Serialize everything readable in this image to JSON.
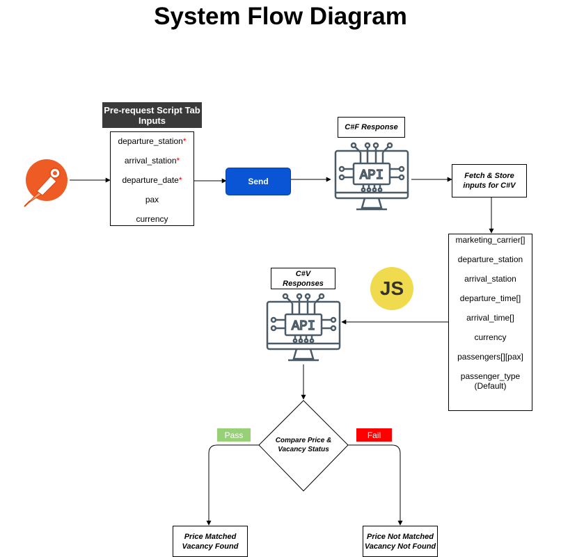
{
  "title": "System Flow Diagram",
  "postman_icon": "postman-logo-icon",
  "js_icon_text": "JS",
  "inputs": {
    "header_line1": "Pre-request Script Tab",
    "header_line2": "Inputs",
    "fields": [
      {
        "label": "departure_station",
        "required_mark": "*"
      },
      {
        "label": "arrival_station",
        "required_mark": "*"
      },
      {
        "label": "departure_date",
        "required_mark": "*"
      },
      {
        "label": "pax",
        "required_mark": ""
      },
      {
        "label": "currency",
        "required_mark": ""
      }
    ]
  },
  "send_button": "Send",
  "cf_response": "C#F Response",
  "fetch_store_line1": "Fetch & Store",
  "fetch_store_line2": "inputs for C#V",
  "cv_fields": [
    "marketing_carrier[]",
    "departure_station",
    "arrival_station",
    "departure_time[]",
    "arrival_time[]",
    "currency",
    "passengers[][pax]",
    "passenger_type",
    "(Default)"
  ],
  "cv_responses_line1": "C#V",
  "cv_responses_line2": "Responses",
  "decision_line1": "Compare Price &",
  "decision_line2": "Vacancy Status",
  "pass_label": "Pass",
  "fail_label": "Fail",
  "result_pass_line1": "Price Matched",
  "result_pass_line2": "Vacancy Found",
  "result_fail_line1": "Price Not Matched",
  "result_fail_line2": "Vacancy Not Found",
  "colors": {
    "pass": "#97d077",
    "fail": "#ff0000",
    "send": "#0a55d6",
    "header": "#3a3a3a",
    "postman": "#ef5b25",
    "js": "#f0db4f",
    "api_icon": "#4a5a66"
  }
}
